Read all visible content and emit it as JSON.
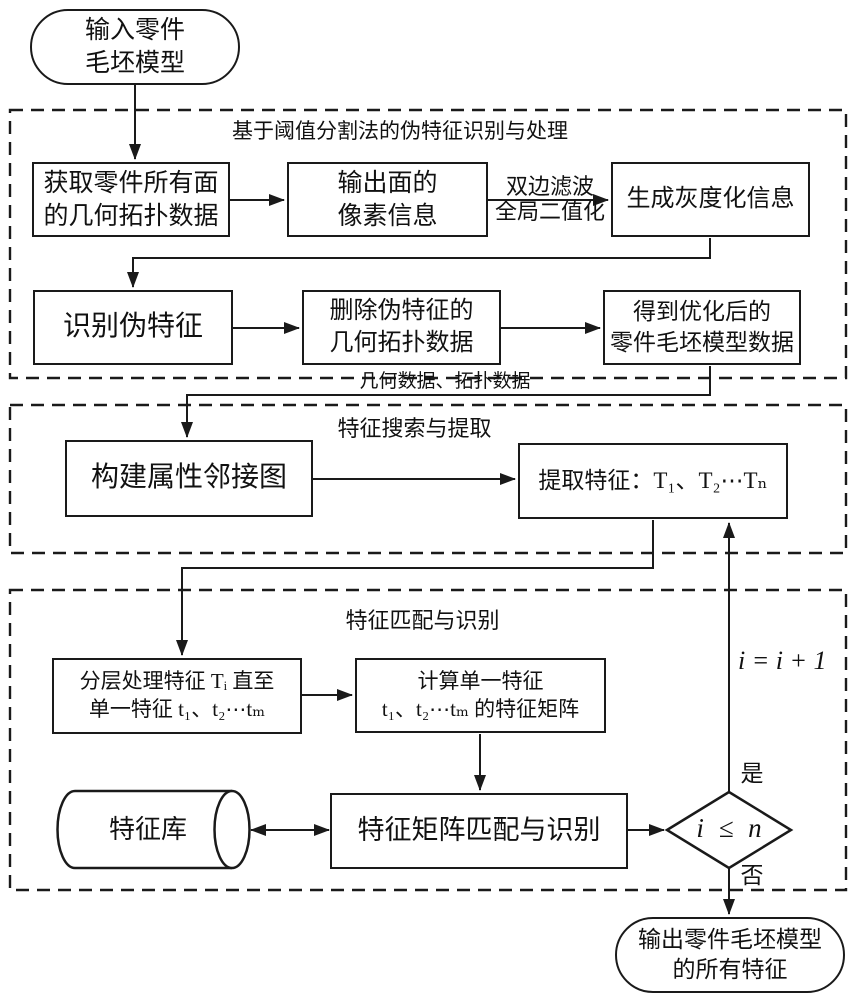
{
  "flowchart": {
    "colors": {
      "stroke": "#1a1a1a",
      "background": "#ffffff"
    },
    "terminals": {
      "start": "输入零件\n毛坯模型",
      "end": "输出零件毛坯模型\n的所有特征"
    },
    "sections": {
      "s1": {
        "title": "基于阈值分割法的伪特征识别与处理"
      },
      "s2": {
        "title": "特征搜索与提取"
      },
      "s3": {
        "title": "特征匹配与识别"
      }
    },
    "nodes": {
      "get_topo": "获取零件所有面\n的几何拓扑数据",
      "pixel_info": "输出面的\n像素信息",
      "gray_info": "生成灰度化信息",
      "identify_pseudo": "识别伪特征",
      "delete_pseudo": "删除伪特征的\n几何拓扑数据",
      "optimized_model": "得到优化后的\n零件毛坯模型数据",
      "adjacency_graph": "构建属性邻接图",
      "extract_features": "提取特征：T₁、T₂⋯Tₙ",
      "layered_process": "分层处理特征 Tᵢ 直至\n单一特征 t₁、t₂⋯tₘ",
      "compute_matrix": "计算单一特征\nt₁、t₂⋯tₘ 的特征矩阵",
      "feature_lib": "特征库",
      "matrix_match": "特征矩阵匹配与识别",
      "decision": "i ≤ n"
    },
    "edge_labels": {
      "bilateral": "双边滤波\n全局二值化",
      "geo_topo": "几何数据、拓扑数据",
      "increment": "i = i + 1",
      "yes": "是",
      "no": "否"
    }
  }
}
